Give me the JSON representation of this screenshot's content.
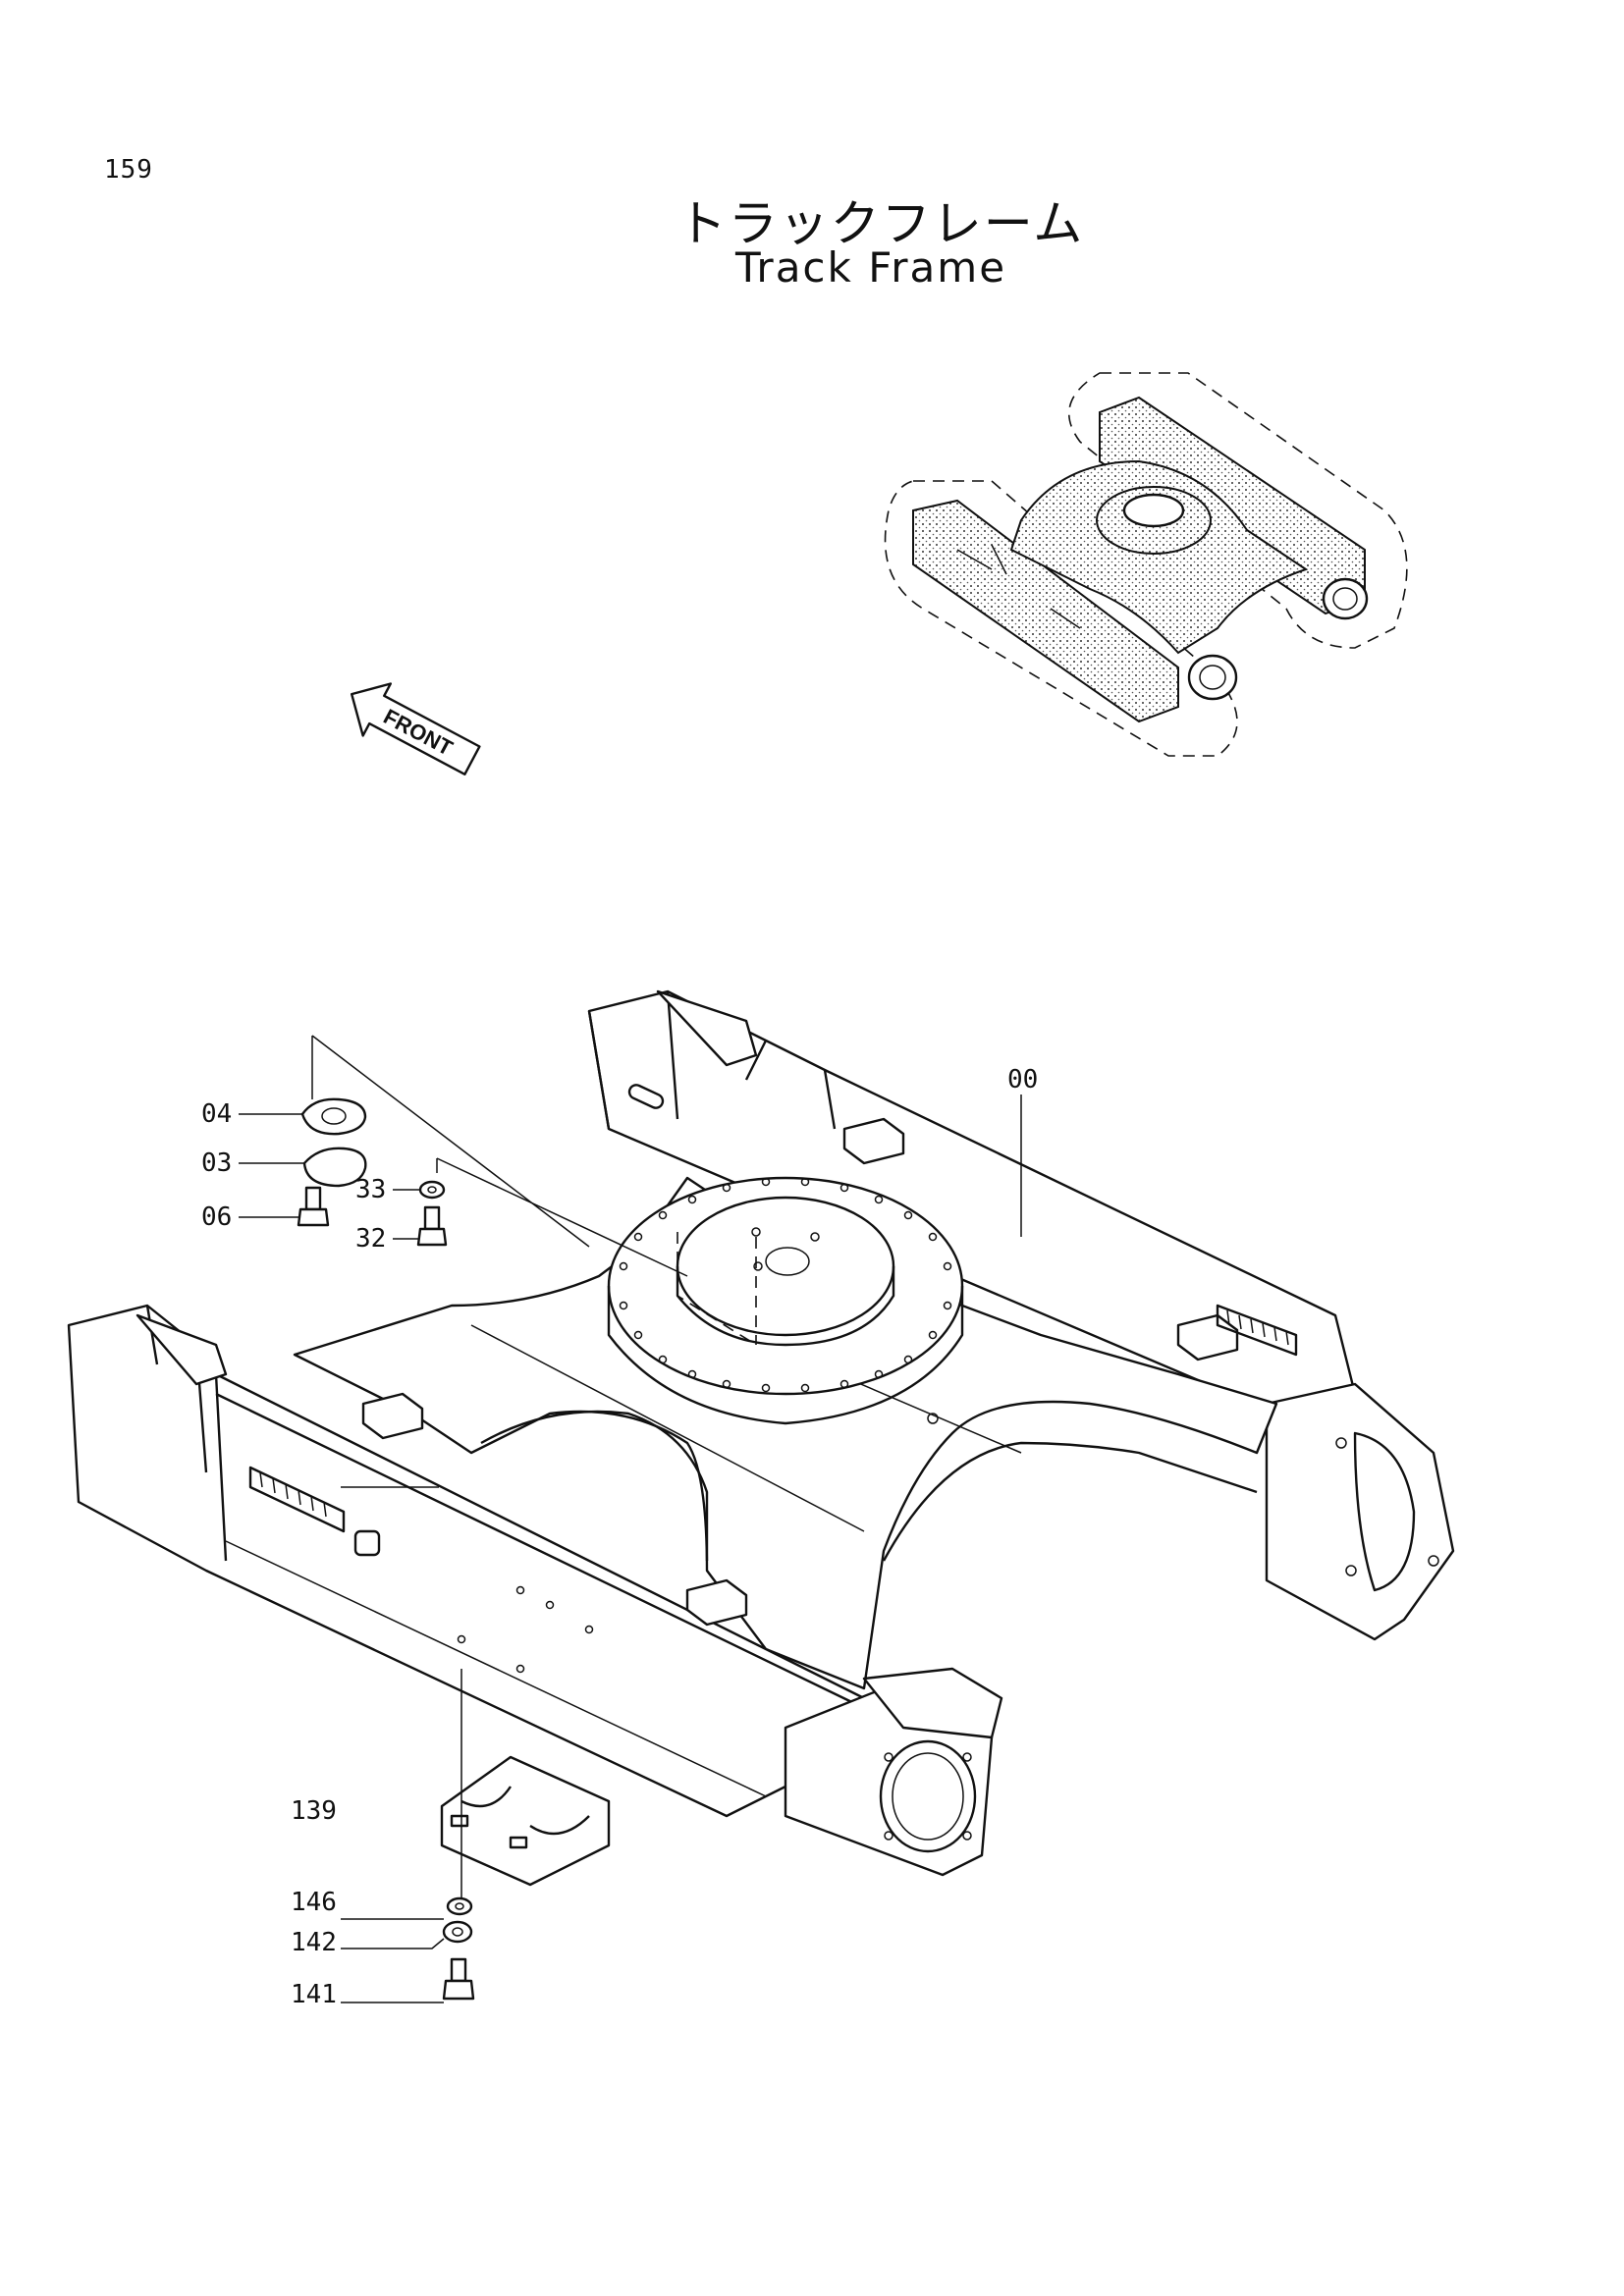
{
  "page": {
    "number": "159"
  },
  "title": {
    "japanese": "トラックフレーム",
    "english": "Track Frame"
  },
  "orientation_marker": {
    "label": "FRONT",
    "icon": "arrow-left-icon"
  },
  "callouts": [
    {
      "id": "00"
    },
    {
      "id": "04"
    },
    {
      "id": "03"
    },
    {
      "id": "06"
    },
    {
      "id": "33"
    },
    {
      "id": "32"
    },
    {
      "id": "139"
    },
    {
      "id": "146"
    },
    {
      "id": "142"
    },
    {
      "id": "141"
    }
  ]
}
